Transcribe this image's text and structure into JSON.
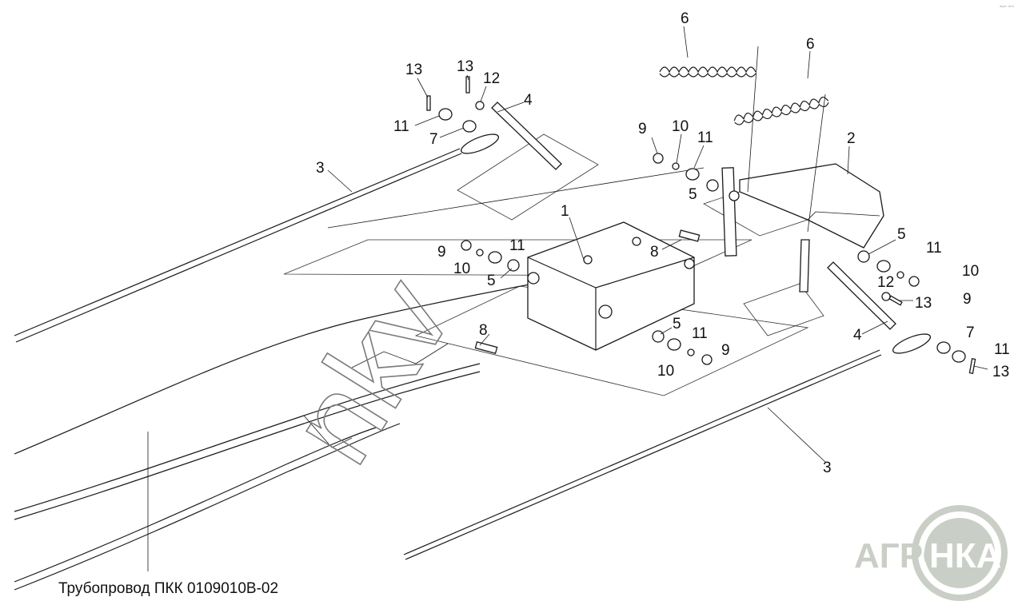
{
  "caption": "Трубопровод ПКК 0109010В-02",
  "watermark": "nkv",
  "logo": {
    "left_text": "АГРО",
    "right_text": "НКА",
    "color": "#c9cfc6"
  },
  "corner_mark": "ᵃᵍʳᵒ ⁿᵏᵃ",
  "callouts": [
    {
      "id": "c6a",
      "text": "6"
    },
    {
      "id": "c6b",
      "text": "6"
    },
    {
      "id": "c2",
      "text": "2"
    },
    {
      "id": "c13a",
      "text": "13"
    },
    {
      "id": "c13b",
      "text": "13"
    },
    {
      "id": "c12a",
      "text": "12"
    },
    {
      "id": "c4a",
      "text": "4"
    },
    {
      "id": "c11a",
      "text": "11"
    },
    {
      "id": "c7a",
      "text": "7"
    },
    {
      "id": "c3a",
      "text": "3"
    },
    {
      "id": "c9a",
      "text": "9"
    },
    {
      "id": "c10a",
      "text": "10"
    },
    {
      "id": "c11b",
      "text": "11"
    },
    {
      "id": "c5a",
      "text": "5"
    },
    {
      "id": "c1",
      "text": "1"
    },
    {
      "id": "c8a",
      "text": "8"
    },
    {
      "id": "c9b",
      "text": "9"
    },
    {
      "id": "c11c",
      "text": "11"
    },
    {
      "id": "c10b",
      "text": "10"
    },
    {
      "id": "c5b",
      "text": "5"
    },
    {
      "id": "c8b",
      "text": "8"
    },
    {
      "id": "c5c",
      "text": "5"
    },
    {
      "id": "c11d",
      "text": "11"
    },
    {
      "id": "c10c",
      "text": "10"
    },
    {
      "id": "c9c",
      "text": "9"
    },
    {
      "id": "c12b",
      "text": "12"
    },
    {
      "id": "c13c",
      "text": "13"
    },
    {
      "id": "c5d",
      "text": "5"
    },
    {
      "id": "c11e",
      "text": "11"
    },
    {
      "id": "c10d",
      "text": "10"
    },
    {
      "id": "c9d",
      "text": "9"
    },
    {
      "id": "c4b",
      "text": "4"
    },
    {
      "id": "c7b",
      "text": "7"
    },
    {
      "id": "c11f",
      "text": "11"
    },
    {
      "id": "c13d",
      "text": "13"
    },
    {
      "id": "c3b",
      "text": "3"
    }
  ]
}
